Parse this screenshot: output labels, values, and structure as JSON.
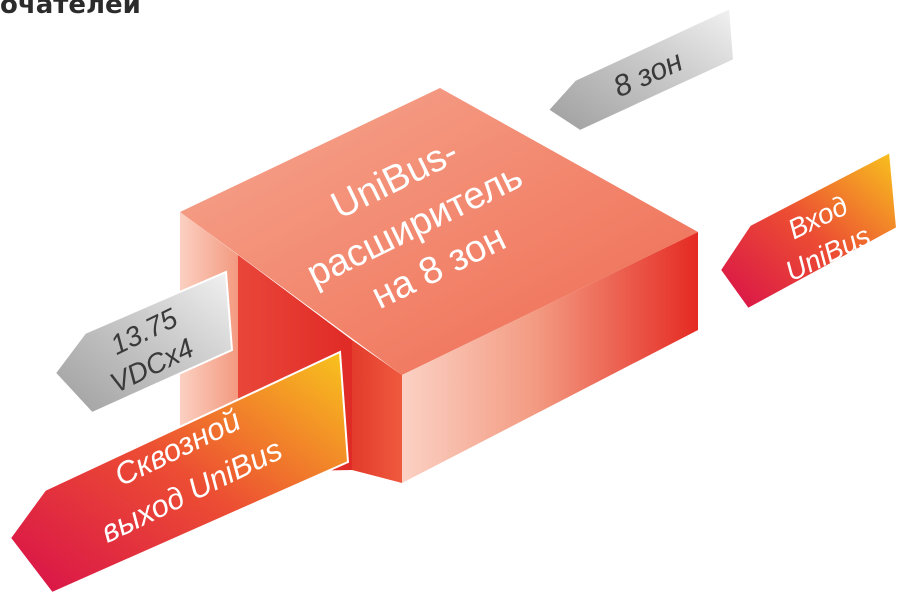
{
  "header": {
    "title_fragment": "очателей"
  },
  "device": {
    "top_line1": "UniBus-",
    "top_line2": "расширитель",
    "top_line3": "на 8 зон"
  },
  "arrows": {
    "zones": "8 зон",
    "input_line1": "Вход",
    "input_line2": "UniBus",
    "power_line1": "13.75",
    "power_line2": "VDCx4",
    "passthrough_line1": "Сквозной",
    "passthrough_line2": "выход UniBus"
  },
  "colors": {
    "box_top": "#f2876d",
    "box_front": "#e8342a",
    "gray_arrow": "#c4c4c4",
    "gradient_arrow_start": "#e0103f",
    "gradient_arrow_end": "#f7c21e",
    "label_white": "#ffffff",
    "label_dark": "#3a3a3a"
  }
}
